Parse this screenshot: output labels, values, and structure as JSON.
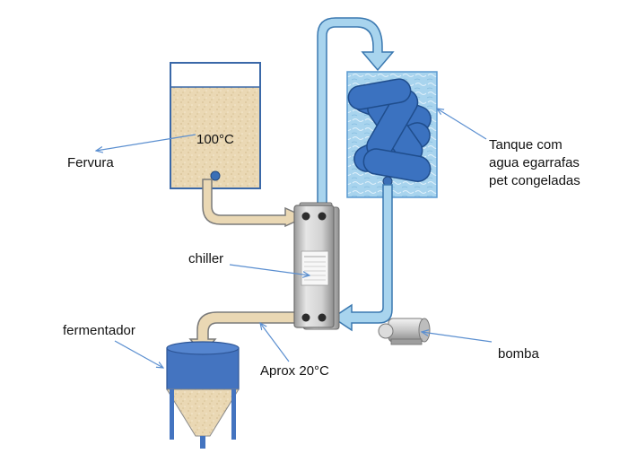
{
  "labels": {
    "fervura": "Fervura",
    "temp_boil": "100°C",
    "tank_line1": "Tanque com",
    "tank_line2": "agua egarrafas",
    "tank_line3": "pet congeladas",
    "chiller": "chiller",
    "fermentador": "fermentador",
    "temp_out": "Aprox 20°C",
    "bomba": "bomba"
  },
  "colors": {
    "wort_fill": "#ead8b4",
    "wort_stroke": "#8a8a8a",
    "water_fill": "#a8d4ee",
    "water_stroke": "#3a78b0",
    "bottle_fill": "#3b72c0",
    "bottle_stroke": "#1f4d8c",
    "fermenter_blue": "#4474c0",
    "leader_line": "#5b8fd0",
    "chiller_plate": "#c8c8c8"
  },
  "icons": [
    "kettle-icon",
    "ice-tank-icon",
    "plate-chiller-icon",
    "pump-icon",
    "fermenter-icon"
  ]
}
